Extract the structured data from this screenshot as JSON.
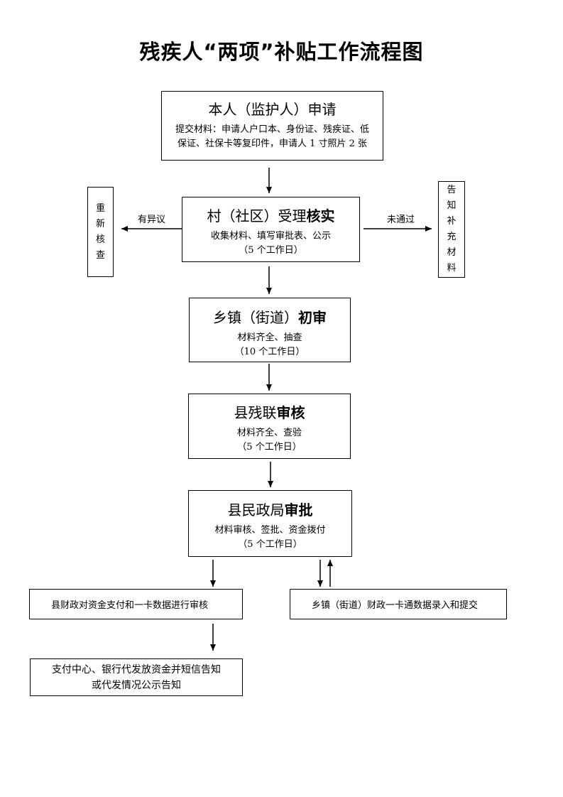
{
  "title": "残疾人“两项”补贴工作流程图",
  "apply": {
    "head": "本人（监护人）申请",
    "line1": "提交材料：申请人户口本、身份证、残疾证、低",
    "line2": "保证、社保卡等复印件，申请人 1 寸照片 2 张"
  },
  "village": {
    "head_plain": "村（社区）受理",
    "head_bold": "核实",
    "line1": "收集材料、填写审批表、公示",
    "line2": "（5 个工作日）"
  },
  "left_side": {
    "label": "有异议",
    "chars": [
      "重",
      "新",
      "核",
      "查"
    ]
  },
  "right_side": {
    "label": "未通过",
    "chars": [
      "告",
      "知",
      "补",
      "充",
      "材",
      "料"
    ]
  },
  "town": {
    "head_plain": "乡镇（街道）",
    "head_bold": "初审",
    "line1": "材料齐全、抽查",
    "line2": "（10 个工作日）"
  },
  "disabled_fed": {
    "head_plain": "县残联",
    "head_bold": "审核",
    "line1": "材料齐全、查验",
    "line2": "（5 个工作日）"
  },
  "civil_affairs": {
    "head_plain": "县民政局",
    "head_bold": "审批",
    "line1": "材料审核、签批、资金拨付",
    "line2": "（5 个工作日）"
  },
  "finance_review": "县财政对资金支付和一卡数据进行审核",
  "town_finance": "乡镇（街道）财政一卡通数据录入和提交",
  "payment": {
    "line1": "支付中心、银行代发放资金并短信告知",
    "line2": "或代发情况公示告知"
  }
}
